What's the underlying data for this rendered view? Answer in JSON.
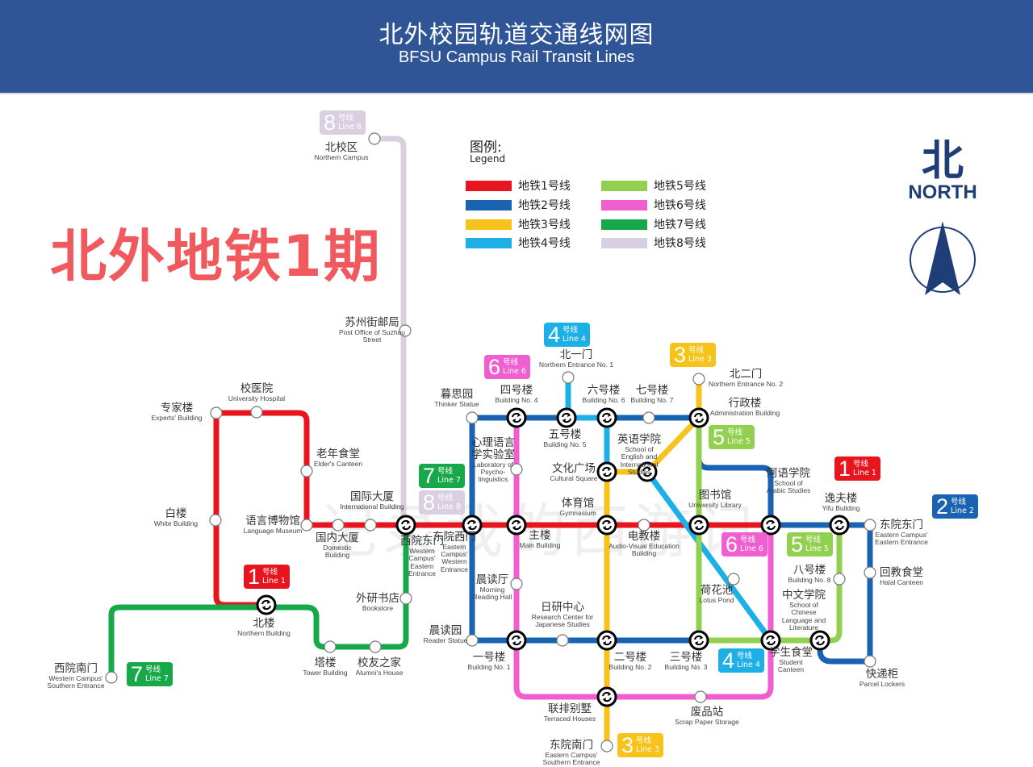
{
  "header": {
    "title_zh": "北外校园轨道交通线网图",
    "title_en": "BFSU Campus Rail Transit Lines"
  },
  "big_title": "北外地铁1期",
  "watermark": "记录我的西游记",
  "legend": {
    "title_zh": "图例:",
    "title_en": "Legend",
    "items": [
      {
        "label": "地铁1号线",
        "color": "#e8141e"
      },
      {
        "label": "地铁2号线",
        "color": "#1a63b2"
      },
      {
        "label": "地铁3号线",
        "color": "#f7c21a"
      },
      {
        "label": "地铁4号线",
        "color": "#1db0e6"
      },
      {
        "label": "地铁5号线",
        "color": "#92d050"
      },
      {
        "label": "地铁6号线",
        "color": "#f05fd0"
      },
      {
        "label": "地铁7号线",
        "color": "#17a84a"
      },
      {
        "label": "地铁8号线",
        "color": "#d9cfe0"
      }
    ]
  },
  "north": {
    "zh": "北",
    "en": "NORTH"
  },
  "line_badges": [
    {
      "num": "8",
      "zh": "号线",
      "en": "Line 8",
      "color": "#d9cfe0"
    },
    {
      "num": "4",
      "zh": "号线",
      "en": "Line 4",
      "color": "#1db0e6"
    },
    {
      "num": "6",
      "zh": "号线",
      "en": "Line 6",
      "color": "#f05fd0"
    },
    {
      "num": "3",
      "zh": "号线",
      "en": "Line 3",
      "color": "#f7c21a"
    },
    {
      "num": "5",
      "zh": "号线",
      "en": "Line 5",
      "color": "#92d050"
    },
    {
      "num": "1",
      "zh": "号线",
      "en": "Line 1",
      "color": "#e8141e"
    },
    {
      "num": "2",
      "zh": "号线",
      "en": "Line 2",
      "color": "#1a63b2"
    },
    {
      "num": "7",
      "zh": "号线",
      "en": "Line 7",
      "color": "#17a84a"
    },
    {
      "num": "8",
      "zh": "号线",
      "en": "Line 8",
      "color": "#d9cfe0"
    },
    {
      "num": "6",
      "zh": "号线",
      "en": "Line 6",
      "color": "#f05fd0"
    },
    {
      "num": "5",
      "zh": "号线",
      "en": "Line 5",
      "color": "#92d050"
    },
    {
      "num": "1",
      "zh": "号线",
      "en": "Line 1",
      "color": "#e8141e"
    },
    {
      "num": "4",
      "zh": "号线",
      "en": "Line 4",
      "color": "#1db0e6"
    },
    {
      "num": "3",
      "zh": "号线",
      "en": "Line 3",
      "color": "#f7c21a"
    },
    {
      "num": "7",
      "zh": "号线",
      "en": "Line 7",
      "color": "#17a84a"
    }
  ],
  "stations": [
    {
      "zh": "北校区",
      "en": "Northern Campus"
    },
    {
      "zh": "苏州街邮局",
      "en": "Post Office of Suzhou Street"
    },
    {
      "zh": "校医院",
      "en": "University Hospital"
    },
    {
      "zh": "专家楼",
      "en": "Experts' Building"
    },
    {
      "zh": "老年食堂",
      "en": "Elder's Canteen"
    },
    {
      "zh": "白楼",
      "en": "White Building"
    },
    {
      "zh": "语言博物馆",
      "en": "Language Museum"
    },
    {
      "zh": "国际大厦",
      "en": "International Building"
    },
    {
      "zh": "国内大厦",
      "en": "Domestic Building"
    },
    {
      "zh": "西院东门",
      "en": "Western Campus' Eastern Entrance"
    },
    {
      "zh": "东院西门",
      "en": "Eastern Campus' Western Entrance"
    },
    {
      "zh": "外研书店",
      "en": "Bookstore"
    },
    {
      "zh": "北楼",
      "en": "Northern Building"
    },
    {
      "zh": "塔楼",
      "en": "Tower Building"
    },
    {
      "zh": "校友之家",
      "en": "Alumni's House"
    },
    {
      "zh": "西院南门",
      "en": "Western Campus' Southern Entrance"
    },
    {
      "zh": "暮思园",
      "en": "Thinker Statue"
    },
    {
      "zh": "四号楼",
      "en": "Building No. 4"
    },
    {
      "zh": "北一门",
      "en": "Northern Entrance No. 1"
    },
    {
      "zh": "五号楼",
      "en": "Building No. 5"
    },
    {
      "zh": "六号楼",
      "en": "Building No. 6"
    },
    {
      "zh": "七号楼",
      "en": "Building No. 7"
    },
    {
      "zh": "北二门",
      "en": "Northern Entrance No. 2"
    },
    {
      "zh": "行政楼",
      "en": "Administration Building"
    },
    {
      "zh": "心理语言学实验室",
      "en": "Laboratory of Psycho-linguistics"
    },
    {
      "zh": "英语学院",
      "en": "School of English and International Studies"
    },
    {
      "zh": "文化广场",
      "en": "Cultural Square"
    },
    {
      "zh": "体育馆",
      "en": "Gymnasium"
    },
    {
      "zh": "主楼",
      "en": "Main Building"
    },
    {
      "zh": "电教楼",
      "en": "Audio-Visual Education Building"
    },
    {
      "zh": "图书馆",
      "en": "University Library"
    },
    {
      "zh": "阿语学院",
      "en": "School of Arabic Studies"
    },
    {
      "zh": "逸夫楼",
      "en": "Yifu Building"
    },
    {
      "zh": "东院东门",
      "en": "Eastern Campus' Eastern Entrance"
    },
    {
      "zh": "回教食堂",
      "en": "Halal Canteen"
    },
    {
      "zh": "八号楼",
      "en": "Building No. 8"
    },
    {
      "zh": "中文学院",
      "en": "School of Chinese Language and Literature"
    },
    {
      "zh": "晨读厅",
      "en": "Morning Reading Hall"
    },
    {
      "zh": "晨读园",
      "en": "Reader Statue"
    },
    {
      "zh": "日研中心",
      "en": "Research Center for Japanese Studies"
    },
    {
      "zh": "一号楼",
      "en": "Building No. 1"
    },
    {
      "zh": "二号楼",
      "en": "Building No. 2"
    },
    {
      "zh": "三号楼",
      "en": "Building No. 3"
    },
    {
      "zh": "荷花池",
      "en": "Lotus Pond"
    },
    {
      "zh": "学生食堂",
      "en": "Student Canteen"
    },
    {
      "zh": "快递柜",
      "en": "Parcel Lockers"
    },
    {
      "zh": "联排别墅",
      "en": "Terraced Houses"
    },
    {
      "zh": "废品站",
      "en": "Scrap Paper Storage"
    },
    {
      "zh": "东院南门",
      "en": "Eastern Campus' Southern Entrance"
    }
  ]
}
